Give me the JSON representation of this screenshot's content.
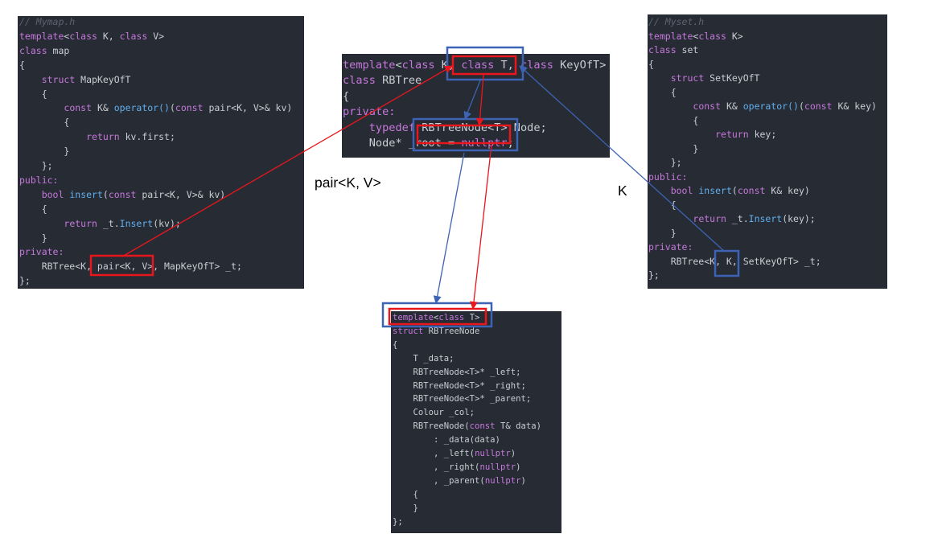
{
  "mymap": {
    "lines": [
      "// Mymap.h",
      "template<class K, class V>",
      "class map",
      "{",
      "    struct MapKeyOfT",
      "    {",
      "        const K& operator()(const pair<K, V>& kv)",
      "        {",
      "            return kv.first;",
      "        }",
      "    };",
      "public:",
      "    bool insert(const pair<K, V>& kv)",
      "    {",
      "        return _t.Insert(kv);",
      "    }",
      "private:",
      "    RBTree<K, pair<K, V>, MapKeyOfT> _t;",
      "};"
    ]
  },
  "myset": {
    "lines": [
      "// Myset.h",
      "template<class K>",
      "class set",
      "{",
      "    struct SetKeyOfT",
      "    {",
      "        const K& operator()(const K& key)",
      "        {",
      "            return key;",
      "        }",
      "    };",
      "public:",
      "    bool insert(const K& key)",
      "    {",
      "        return _t.Insert(key);",
      "    }",
      "private:",
      "    RBTree<K, K, SetKeyOfT> _t;",
      "};"
    ]
  },
  "rbtree": {
    "lines": [
      "template<class K, class T, class KeyOfT>",
      "class RBTree",
      "{",
      "private:",
      "    typedef RBTreeNode<T> Node;",
      "    Node* _root = nullptr;"
    ]
  },
  "rbnode": {
    "lines": [
      "template<class T>",
      "struct RBTreeNode",
      "{",
      "    T _data;",
      "    RBTreeNode<T>* _left;",
      "    RBTreeNode<T>* _right;",
      "    RBTreeNode<T>* _parent;",
      "    Colour _col;",
      "    RBTreeNode(const T& data)",
      "        : _data(data)",
      "        , _left(nullptr)",
      "        , _right(nullptr)",
      "        , _parent(nullptr)",
      "    {",
      "    }",
      "};"
    ]
  },
  "labels": {
    "map_type": "pair<K, V>",
    "set_type": "K"
  },
  "colors": {
    "red": "#e8171d",
    "blue": "#3d63b4",
    "panel": "#272b33"
  }
}
